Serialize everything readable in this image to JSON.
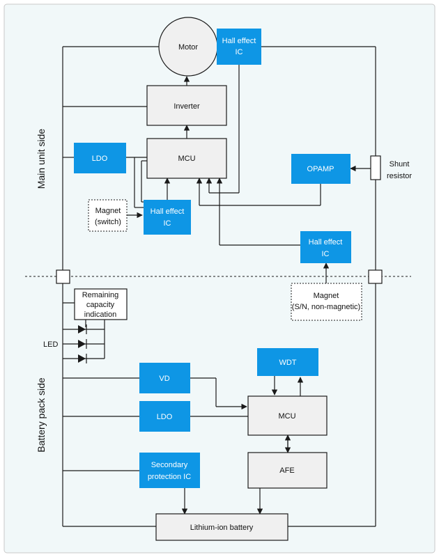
{
  "side_labels": {
    "main_unit": "Main unit side",
    "battery_pack": "Battery pack side"
  },
  "main_unit": {
    "motor": "Motor",
    "hall_ic_motor": [
      "Hall effect",
      "IC"
    ],
    "inverter": "Inverter",
    "ldo": "LDO",
    "mcu": "MCU",
    "opamp": "OPAMP",
    "shunt_resistor": [
      "Shunt",
      "resistor"
    ],
    "magnet_switch": [
      "Magnet",
      "(switch)"
    ],
    "hall_ic_switch": [
      "Hall effect",
      "IC"
    ],
    "hall_ic_current": [
      "Hall effect",
      "IC"
    ],
    "magnet_sn": [
      "Magnet",
      "(S/N, non-magnetic)"
    ]
  },
  "battery_pack": {
    "remaining_capacity": [
      "Remaining",
      "capacity",
      "indication"
    ],
    "led": "LED",
    "vd": "VD",
    "wdt": "WDT",
    "ldo": "LDO",
    "mcu": "MCU",
    "secondary_protection": [
      "Secondary",
      "protection IC"
    ],
    "afe": "AFE",
    "battery": "Lithium-ion battery"
  },
  "colors": {
    "ic_blue": "#0e96e5",
    "block_gray": "#f0f0f0",
    "background": "#f1f8f9"
  }
}
